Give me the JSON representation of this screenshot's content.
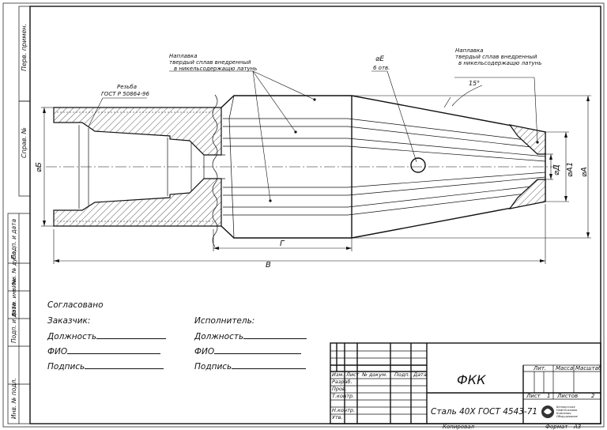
{
  "side_stamps": [
    "Перв. примен.",
    "Справ. №",
    "Подп. и дата",
    "Инв. № дубл.",
    "Взам. инв. №",
    "Подп. и дата",
    "Инв. № подл."
  ],
  "annotations": {
    "thread": [
      "Резьба",
      "ГОСТ Р 50864-96"
    ],
    "hardfacing_left": [
      "Наплавка",
      "твердый сплав внедренный",
      "в никельсодержащю латунь"
    ],
    "hardfacing_right": [
      "Наплавка",
      "твердый сплав внедренный",
      "в никельсодержащю латунь"
    ],
    "hole_dia": "⌀E",
    "hole_count": "6 отв.",
    "angle": "15°"
  },
  "dimensions": {
    "b": "⌀Б",
    "g": "Г",
    "v": "В",
    "d": "⌀Д",
    "a1": "⌀А1",
    "a": "⌀А"
  },
  "approvals": {
    "agreed": "Согласовано",
    "customer": "Заказчик:",
    "executor": "Исполнитель:",
    "position": "Должность",
    "name": "ФИО",
    "signature": "Подпись"
  },
  "title_block": {
    "columns": [
      "Изм.",
      "Лист",
      "№ докум.",
      "Подп.",
      "Дата"
    ],
    "roles": [
      "Разраб.",
      "Пров.",
      "Т.контр.",
      "Н.контр.",
      "Утв."
    ],
    "designation": "ФКК",
    "material": "Сталь 40Х ГОСТ 4543-71",
    "lit_label": "Лит.",
    "mass_label": "Масса",
    "scale_label": "Масштаб",
    "sheet_label": "Лист",
    "sheet_value": "1",
    "sheets_label": "Листов",
    "sheets_value": "2",
    "copied": "Копировал",
    "format_label": "Формат",
    "format_value": "А3",
    "logo_text": [
      "Белорусская",
      "Нефтегазовая",
      "Компания",
      "Оборудование"
    ]
  }
}
